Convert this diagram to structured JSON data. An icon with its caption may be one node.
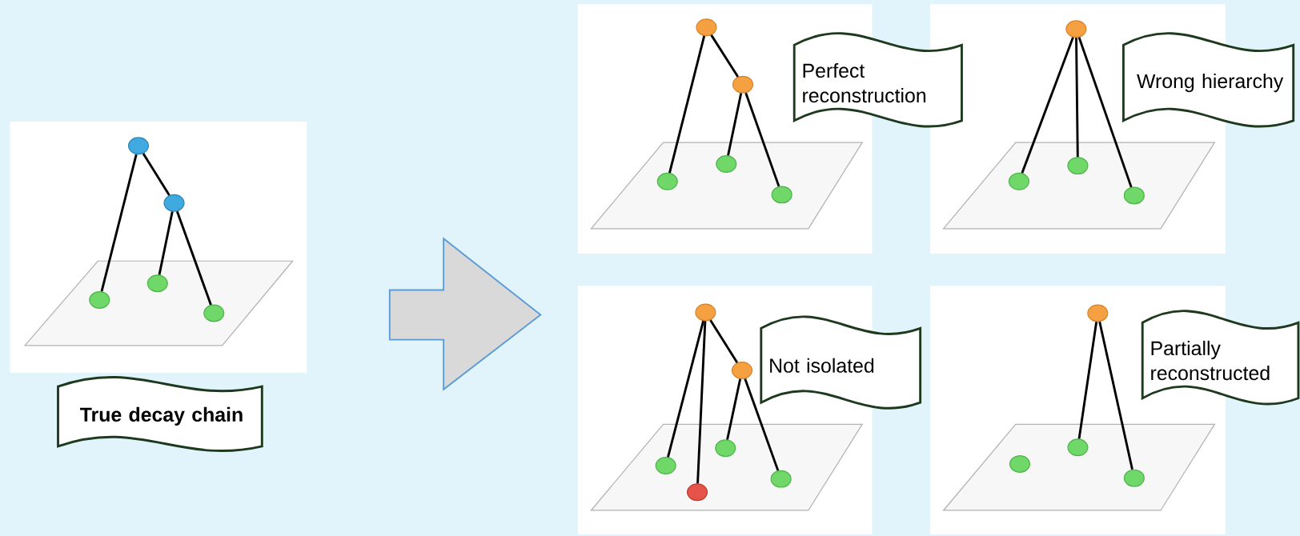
{
  "diagram": {
    "nodes": [
      {
        "text": [],
        "shape": "box"
      },
      {
        "text": [],
        "shape": "circle",
        "in": 0
      },
      {
        "text": [],
        "shape": "circle",
        "in": 0
      },
      {
        "text": [],
        "shape": "circle",
        "in": 0
      },
      {
        "text": [],
        "shape": "circle",
        "in": 0
      },
      {
        "text": [],
        "shape": "circle",
        "in": 0
      },
      {
        "text": [
          "True decay chain"
        ]
      },
      {
        "text": [],
        "shape": "box"
      },
      {
        "text": [
          "Perfect reconstruction"
        ]
      },
      {
        "text": [],
        "shape": "circle",
        "in": 7
      },
      {
        "text": [],
        "shape": "circle",
        "in": 7
      },
      {
        "text": [],
        "shape": "circle",
        "in": 7
      },
      {
        "text": [],
        "shape": "circle",
        "in": 7
      },
      {
        "text": [],
        "shape": "circle",
        "in": 7
      },
      {
        "text": [],
        "shape": "box"
      },
      {
        "text": [
          "Wrong hierarchy"
        ]
      },
      {
        "text": [],
        "shape": "circle",
        "in": 14
      },
      {
        "text": [],
        "shape": "circle",
        "in": 14
      },
      {
        "text": [],
        "shape": "circle",
        "in": 14
      },
      {
        "text": [],
        "shape": "circle",
        "in": 14
      },
      {
        "text": [],
        "shape": "box"
      },
      {
        "text": [
          "Not isolated"
        ]
      },
      {
        "text": [],
        "shape": "circle",
        "in": 20
      },
      {
        "text": [],
        "shape": "circle",
        "in": 20
      },
      {
        "text": [],
        "shape": "circle",
        "in": 20
      },
      {
        "text": [],
        "shape": "circle",
        "in": 20
      },
      {
        "text": [],
        "shape": "circle",
        "in": 20
      },
      {
        "text": [],
        "shape": "circle",
        "in": 20
      },
      {
        "text": [],
        "shape": "box"
      },
      {
        "text": [
          "Partially reconstructed"
        ]
      },
      {
        "text": [],
        "shape": "circle",
        "in": 28
      },
      {
        "text": [],
        "shape": "circle",
        "in": 28
      },
      {
        "text": [],
        "shape": "circle",
        "in": 28
      },
      {
        "text": [],
        "shape": "circle",
        "in": 28
      }
    ],
    "edges": [
      {
        "from": 1,
        "to": 3,
        "arrow": "none"
      },
      {
        "from": 1,
        "to": 2,
        "arrow": "none"
      },
      {
        "from": 2,
        "to": 4,
        "arrow": "none"
      },
      {
        "from": 2,
        "to": 5,
        "arrow": "none"
      },
      {
        "from": 9,
        "to": 11,
        "arrow": "none"
      },
      {
        "from": 9,
        "to": 10,
        "arrow": "none"
      },
      {
        "from": 10,
        "to": 12,
        "arrow": "none"
      },
      {
        "from": 10,
        "to": 13,
        "arrow": "none"
      },
      {
        "from": 16,
        "to": 17,
        "arrow": "none"
      },
      {
        "from": 16,
        "to": 18,
        "arrow": "none"
      },
      {
        "from": 16,
        "to": 19,
        "arrow": "none"
      },
      {
        "from": 22,
        "to": 24,
        "arrow": "none"
      },
      {
        "from": 22,
        "to": 25,
        "arrow": "none"
      },
      {
        "from": 22,
        "to": 23,
        "arrow": "none"
      },
      {
        "from": 23,
        "to": 26,
        "arrow": "none"
      },
      {
        "from": 23,
        "to": 27,
        "arrow": "none"
      },
      {
        "from": 30,
        "to": 32,
        "arrow": "none"
      },
      {
        "from": 30,
        "to": 33,
        "arrow": "none"
      }
    ]
  }
}
